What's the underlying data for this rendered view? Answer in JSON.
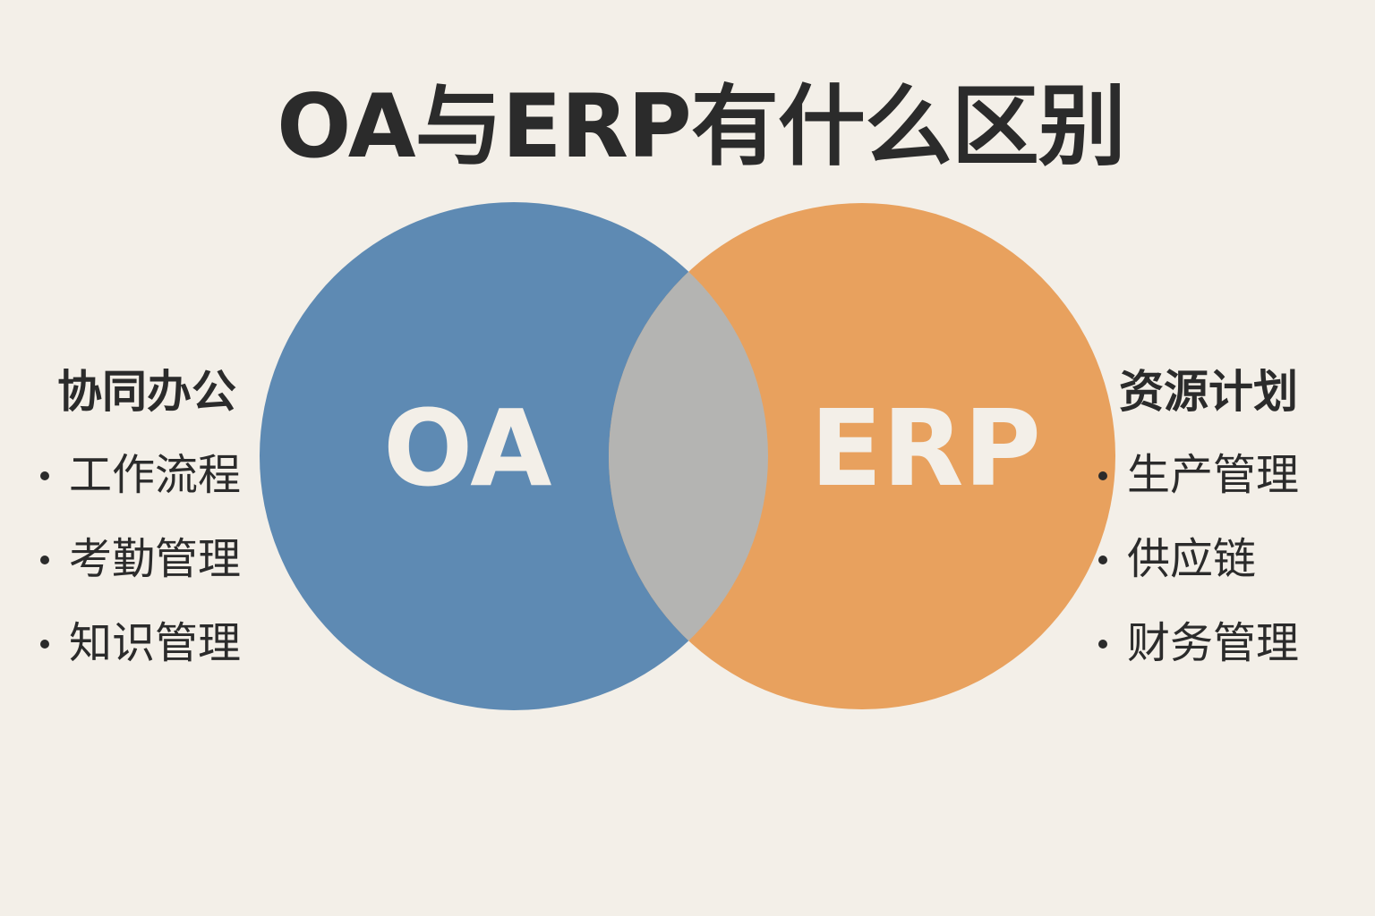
{
  "title": "OA与ERP有什么区别",
  "colors": {
    "background": "#f3efe8",
    "oa": "#5e8ab3",
    "erp": "#e8a15e",
    "overlap": "#b4b4b2",
    "text": "#2b2b2b"
  },
  "left": {
    "circle_label": "OA",
    "heading": "协同办公",
    "items": [
      "工作流程",
      "考勤管理",
      "知识管理"
    ]
  },
  "right": {
    "circle_label": "ERP",
    "heading": "资源计划",
    "items": [
      "生产管理",
      "供应链",
      "财务管理"
    ]
  }
}
